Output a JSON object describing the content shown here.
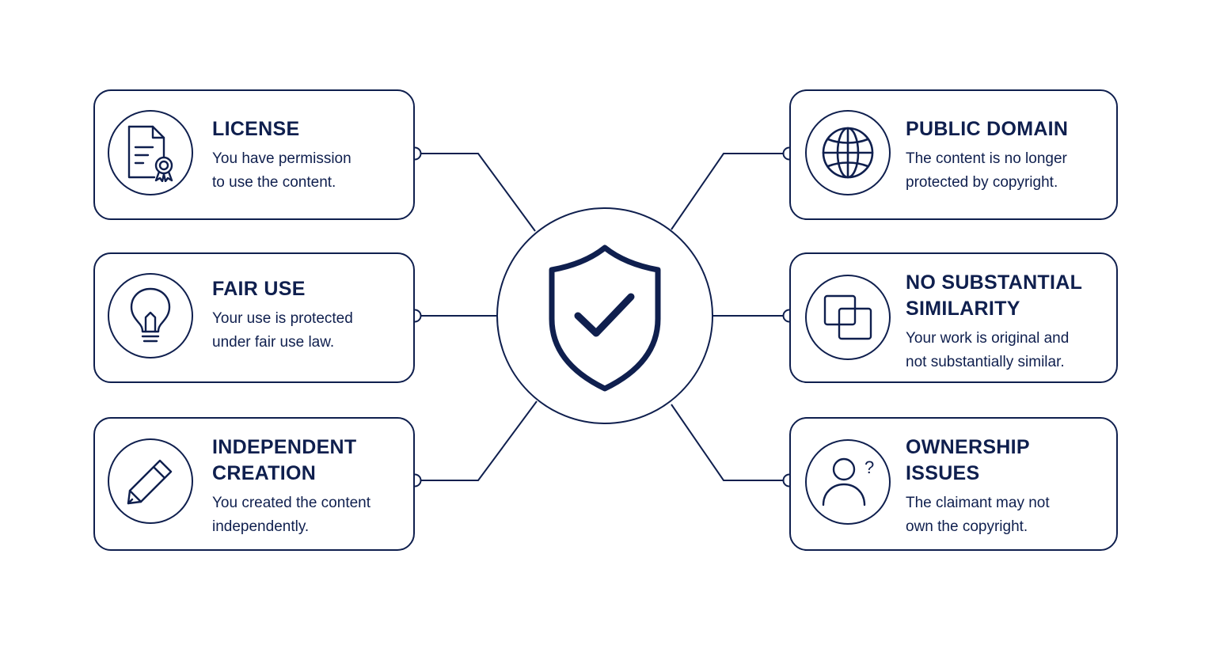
{
  "colors": {
    "primary": "#0f1f4e",
    "background": "#ffffff"
  },
  "hub": {
    "icon": "shield-check-icon"
  },
  "cards": [
    {
      "id": "license",
      "icon": "certificate-document-icon",
      "title": "LICENSE",
      "description": "You have permission\nto use the content."
    },
    {
      "id": "fair-use",
      "icon": "lightbulb-icon",
      "title": "FAIR USE",
      "description": "Your use is protected\nunder fair use law."
    },
    {
      "id": "independent-creation",
      "icon": "pencil-icon",
      "title": "INDEPENDENT\nCREATION",
      "description": "You created the content\nindependently."
    },
    {
      "id": "public-domain",
      "icon": "globe-icon",
      "title": "PUBLIC DOMAIN",
      "description": "The content is no longer\nprotected by copyright."
    },
    {
      "id": "no-substantial-similarity",
      "icon": "overlapping-squares-icon",
      "title": "NO SUBSTANTIAL\nSIMILARITY",
      "description": "Your work is original and\nnot substantially similar."
    },
    {
      "id": "ownership-issues",
      "icon": "user-question-icon",
      "title": "OWNERSHIP\nISSUES",
      "description": "The claimant may not\nown the copyright."
    }
  ]
}
